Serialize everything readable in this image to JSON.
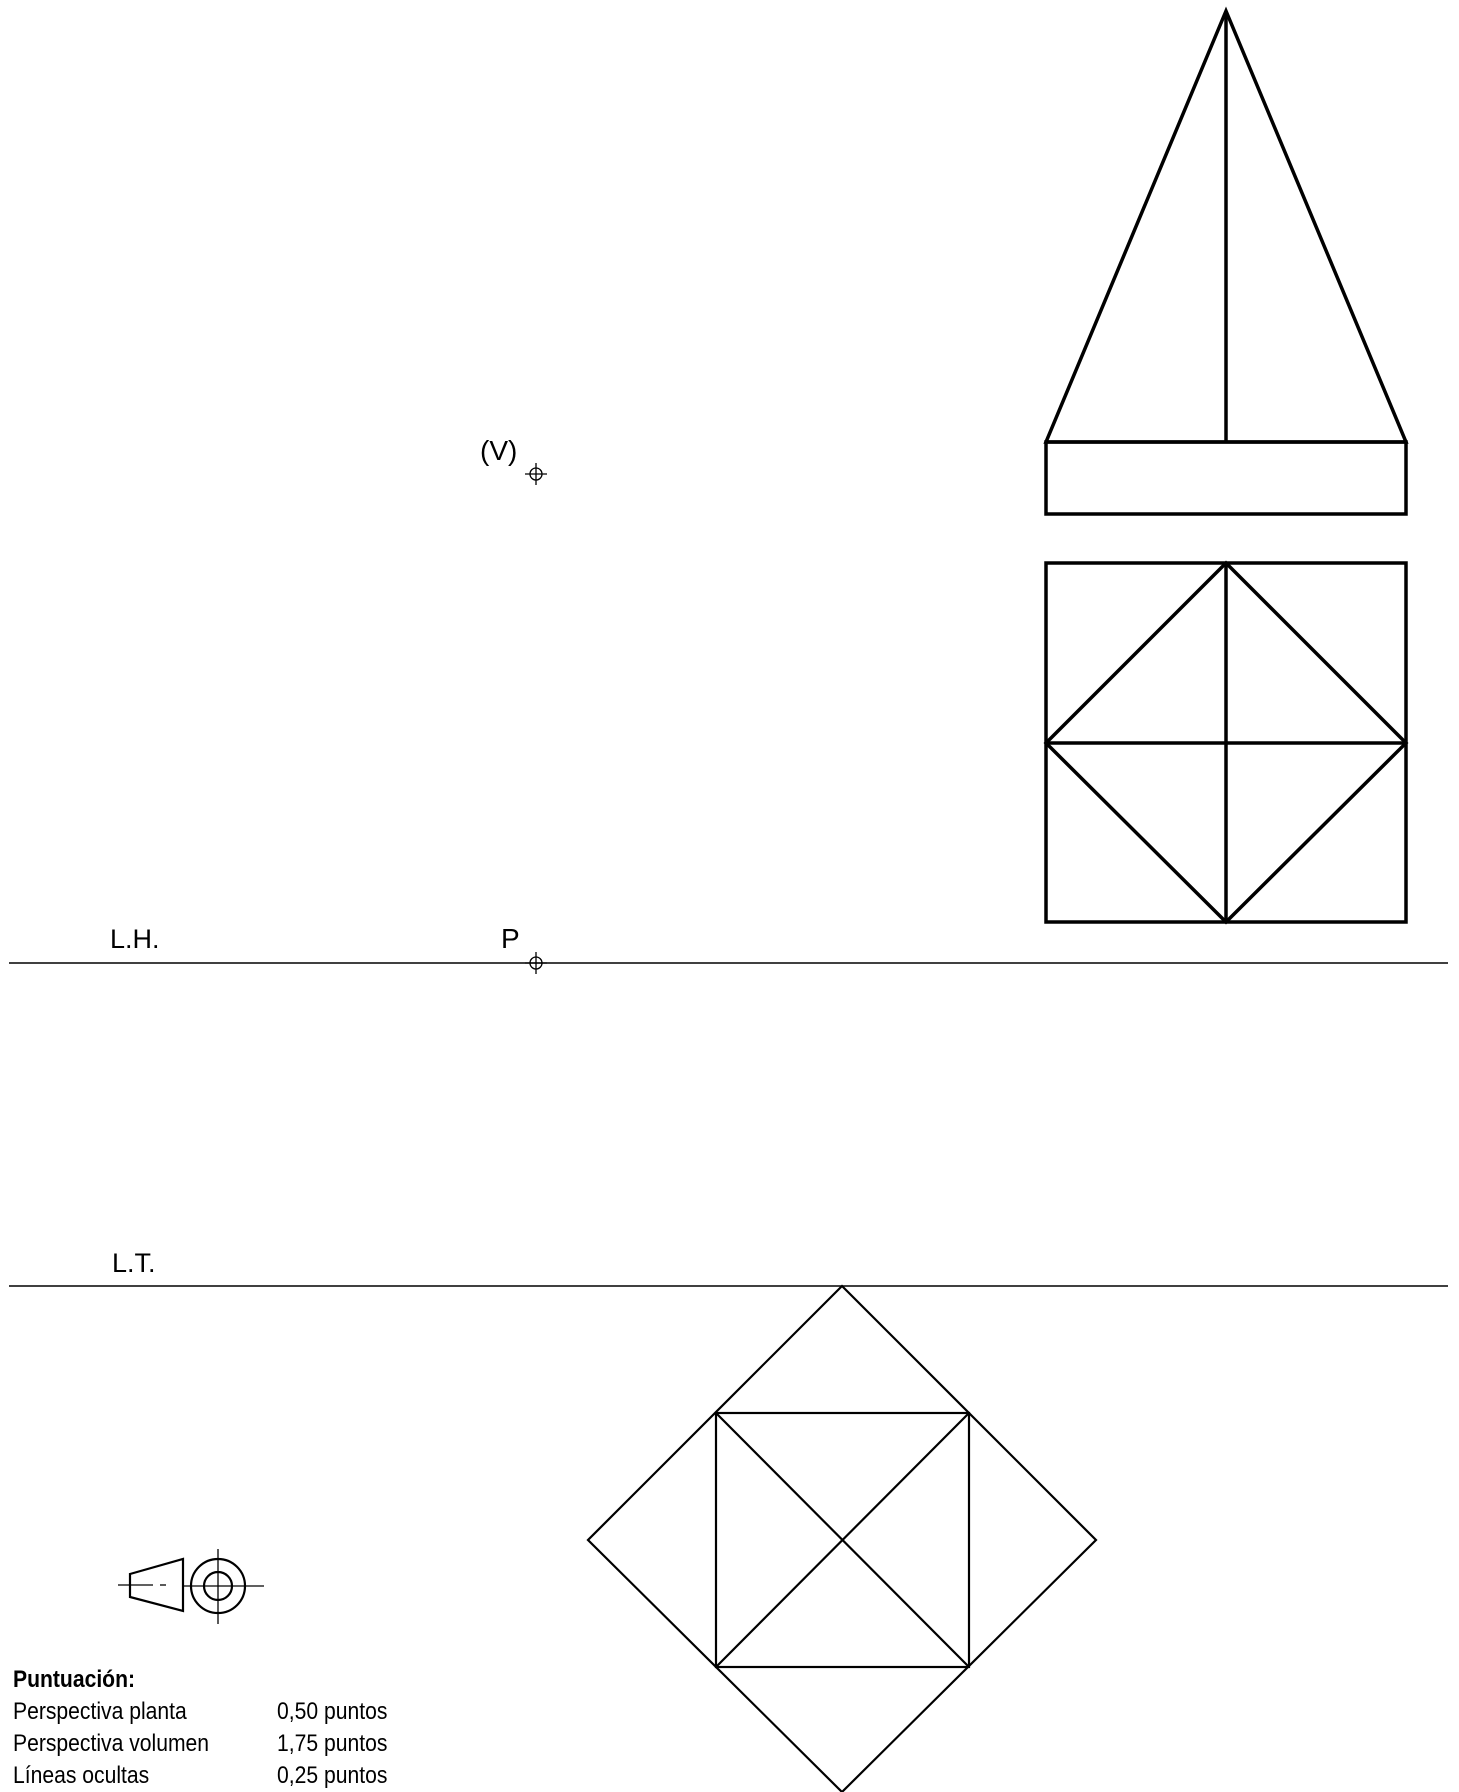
{
  "labels": {
    "vanishing_point": "(V)",
    "principal_point": "P",
    "horizon_line": "L.H.",
    "ground_line": "L.T."
  },
  "scoring": {
    "title": "Puntuación:",
    "items": [
      {
        "name": "Perspectiva planta",
        "points": "0,50 puntos"
      },
      {
        "name": "Perspectiva volumen",
        "points": "1,75 puntos"
      },
      {
        "name": "Líneas ocultas",
        "points": "0,25 puntos"
      }
    ]
  },
  "colors": {
    "ink": "#000000",
    "paper": "#ffffff"
  },
  "symbols": {
    "projection_method": "first-angle-projection-symbol",
    "point_marker": "crosshair-circle-icon"
  }
}
